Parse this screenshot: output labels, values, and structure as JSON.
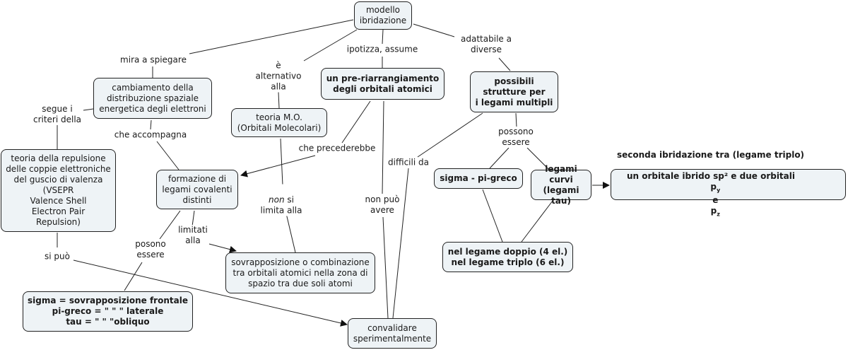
{
  "concept_map": {
    "nodes": {
      "modello": "modello\nibridazione",
      "cambiamento": "cambiamento della\ndistribuzione spaziale\nenergetica degli elettroni",
      "vsepr": "teoria della repulsione\ndelle coppie elettroniche\ndel guscio di valenza\n(VSEPR\nValence Shell\nElectron Pair\nRepulsion)",
      "teoria_mo": "teoria M.O.\n(Orbitali Molecolari)",
      "pre_riarr": "un pre-riarrangiamento\ndegli orbitali atomici",
      "possibili": "possibili\nstrutture per\ni legami multipli",
      "formazione": "formazione di\nlegami covalenti\ndistinti",
      "sigma_pi": "sigma - pi-greco",
      "legami_curvi": "legami curvi\n(legami tau)",
      "seconda_line1": "seconda ibridazione tra (legame triplo)",
      "seconda_line2": "un orbitale ibrido sp² e due orbitali",
      "seconda_py": "p",
      "seconda_py_sub": "y",
      "seconda_e": "e",
      "seconda_pz": "p",
      "seconda_pz_sub": "z",
      "nel_legame": "nel legame doppio (4 el.)\nnel legame triplo (6 el.)",
      "sovrapposizione": "sovrapposizione o combinazione\ntra orbitali atomici nella zona di\nspazio tra due soli atomi",
      "sigma_eq": "sigma = sovrapposizione frontale\npi-greco = \"   \"   \" laterale\ntau = \"  \"  \"obliquo",
      "convalidare": "convalidare\nsperimentalmente"
    },
    "links": {
      "mira": "mira a spiegare",
      "alternativo": "è\nalternativo\nalla",
      "ipotizza": "ipotizza, assume",
      "adattabile": "adattabile a\ndiverse",
      "segue": "segue i\ncriteri della",
      "accompagna": "che accompagna",
      "precederebbe": "che precederebbe",
      "difficili": "difficili da",
      "possono": "possono\nessere",
      "non_si_italic": "non",
      "non_si_rest": " si\nlimita alla",
      "non_puo": "non può\navere",
      "limitati": "limitati\nalla",
      "posono": "posono\nessere",
      "si_puo": "si può"
    }
  }
}
